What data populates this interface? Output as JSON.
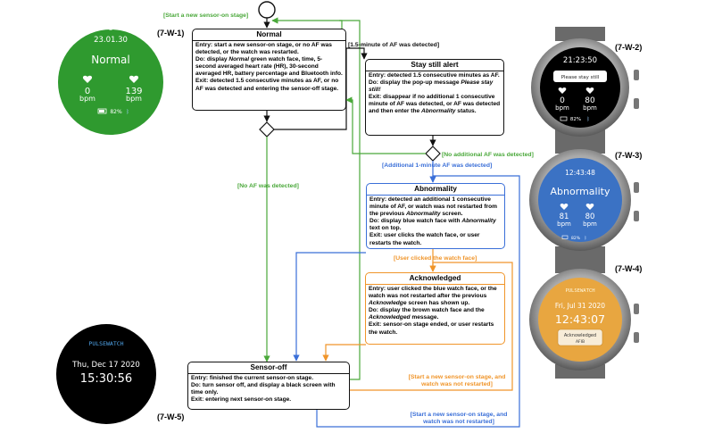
{
  "states": {
    "normal": {
      "title": "Normal",
      "entry": "Entry: start a new sensor-on stage, or no AF was detected, or the watch was restarted.",
      "do_pre": "Do: display ",
      "do_em": "Normal",
      "do_post": " green watch face, time, 5-second averaged heart rate (HR), 30-second averaged HR, battery percentage and Bluetooth info.",
      "exit": "Exit: detected 1.5 consecutive minutes as AF, or no AF was detected and entering the sensor-off stage."
    },
    "still": {
      "title": "Stay still alert",
      "entry": "Entry: detected 1.5 consecutive minutes as AF.",
      "do_pre": "Do: display the pop-up message ",
      "do_em": "Please stay still!",
      "exit_pre": "Exit: disappear if no additional 1 consecutive minute of AF was detected, or AF was detected and then enter the ",
      "exit_em": "Abnormality",
      "exit_post": " status."
    },
    "abnormality": {
      "title": "Abnormality",
      "entry_pre": "Entry: detected an additional 1 consecutive minute of AF, or watch was not restarted from the previous ",
      "entry_em": "Abnormality",
      "entry_post": " screen.",
      "do_pre": "Do: display blue watch face with ",
      "do_em": "Abnormality",
      "do_post": " text on top.",
      "exit": "Exit: user clicks the watch face, or user restarts the watch."
    },
    "acknowledged": {
      "title": "Acknowledged",
      "entry_pre": "Entry: user clicked the blue watch face, or the watch was not restarted after the previous ",
      "entry_em": "Acknowledge",
      "entry_post": " screen has shown up.",
      "do_pre": "Do: display the brown watch face and the ",
      "do_em": "Acknowledged",
      "do_post": " message.",
      "exit": "Exit: sensor-on stage ended, or user restarts the watch."
    },
    "sensor_off": {
      "title": "Sensor-off",
      "entry": "Entry: finished the current sensor-on stage.",
      "do": "Do: turn sensor off, and display a black screen with time only.",
      "exit": "Exit: entering next sensor-on stage."
    }
  },
  "transitions": {
    "start_normal": "[Start a new sensor-on stage]",
    "af_1_5": "[1.5-minute of AF was detected]",
    "no_af": "[No AF was detected]",
    "no_additional_af": "[No additional AF was detected]",
    "additional_1min": "[Additional 1-minute AF was detected]",
    "user_clicked": "[User clicked the watch face]",
    "start_not_restarted_orange_1": "[Start a new sensor-on stage, and",
    "start_not_restarted_orange_2": "watch was not restarted]",
    "start_not_restarted_blue_1": "[Start a new sensor-on stage, and",
    "start_not_restarted_blue_2": "watch was not restarted]"
  },
  "watch_tags": {
    "w1": "(7-W-1)",
    "w2": "(7-W-2)",
    "w3": "(7-W-3)",
    "w4": "(7-W-4)",
    "w5": "(7-W-5)"
  },
  "watches": {
    "w1": {
      "date": "23.01.30",
      "title": "Normal",
      "hr1": "0",
      "hr2": "139",
      "unit": "bpm",
      "battery": "82%"
    },
    "w2": {
      "time": "21:23:50",
      "popup": "Please stay still",
      "hr1": "0",
      "hr2": "80",
      "unit": "bpm",
      "battery": "82%"
    },
    "w3": {
      "time": "12:43:48",
      "title": "Abnormality",
      "hr1": "81",
      "hr2": "80",
      "unit": "bpm",
      "battery": "82%"
    },
    "w4": {
      "brand": "PULSEWATCH",
      "date": "Fri, Jul 31 2020",
      "time": "12:43:07",
      "ack1": "Acknowledged",
      "ack2": "AFIB"
    },
    "w5": {
      "brand": "PULSEWATCH",
      "date": "Thu, Dec 17 2020",
      "time": "15:30:56"
    }
  },
  "colors": {
    "green": "#4aa83a",
    "blue": "#3a6fd8",
    "orange": "#f0952a",
    "face_green": "#2f9a2f",
    "face_blue": "#3b72c4",
    "face_orange": "#e8a640"
  }
}
